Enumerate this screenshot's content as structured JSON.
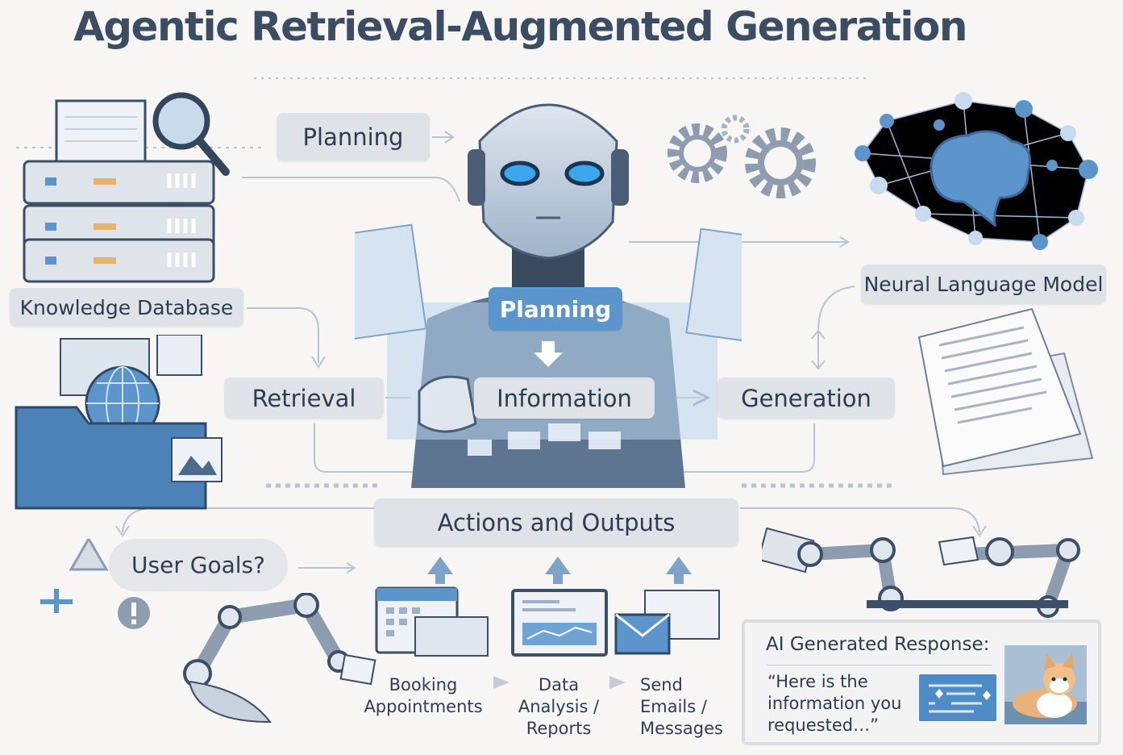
{
  "title": "Agentic Retrieval-Augmented Generation",
  "nodes": {
    "planning_top": "Planning",
    "knowledge_database": "Knowledge Database",
    "retrieval": "Retrieval",
    "planning_center": "Planning",
    "information": "Information",
    "generation": "Generation",
    "neural_language_model": "Neural Language Model",
    "actions_outputs": "Actions and Outputs",
    "user_goals": "User Goals?"
  },
  "actions": [
    {
      "line1": "Booking",
      "line2": "Appointments"
    },
    {
      "line1": "Data",
      "line2": "Analysis / Reports"
    },
    {
      "line1": "Send",
      "line2": "Emails /",
      "line3": "Messages"
    }
  ],
  "response_card": {
    "heading": "AI Generated Response:",
    "quote": "“Here is the information you requested…”"
  },
  "colors": {
    "accent": "#5b95cc",
    "pill": "#dfe3e8",
    "text": "#2e3c50",
    "background": "#f7f6f5"
  }
}
